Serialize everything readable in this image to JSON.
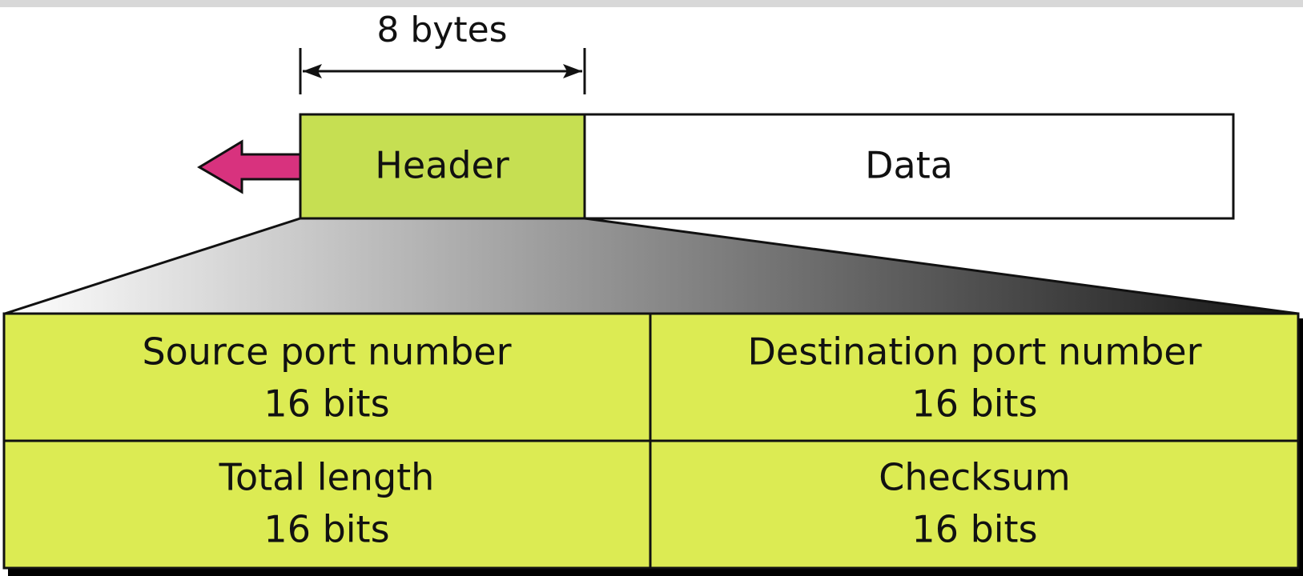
{
  "diagram": {
    "size_label": "8 bytes",
    "header_label": "Header",
    "data_label": "Data",
    "fields": [
      {
        "name": "Source port number",
        "size": "16 bits"
      },
      {
        "name": "Destination port number",
        "size": "16 bits"
      },
      {
        "name": "Total length",
        "size": "16 bits"
      },
      {
        "name": "Checksum",
        "size": "16 bits"
      }
    ]
  },
  "colors": {
    "header_fill": "#c6df52",
    "field_fill": "#dceb53",
    "arrow_fill": "#d8327e",
    "stroke": "#111111"
  }
}
